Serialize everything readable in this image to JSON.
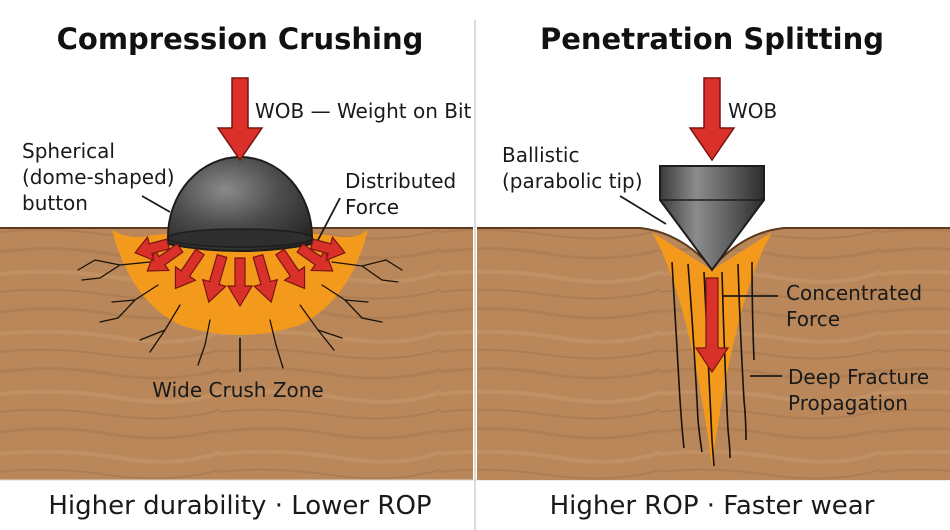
{
  "panels": [
    {
      "title": "Compression Crushing",
      "wob_label": "WOB — Weight on Bit",
      "button_label": [
        "Spherical",
        "(dome-shaped)",
        "button"
      ],
      "force_label": [
        "Distributed",
        "Force"
      ],
      "zone_label": "Wide Crush Zone",
      "footer": "Higher durability · Lower ROP"
    },
    {
      "title": "Penetration Splitting",
      "wob_label": "WOB",
      "button_label": [
        "Ballistic",
        "(parabolic tip)"
      ],
      "force_label": [
        "Concentrated",
        "Force"
      ],
      "fracture_label": [
        "Deep Fracture",
        "Propagation"
      ],
      "footer": "Higher ROP · Faster wear"
    }
  ],
  "colors": {
    "rock": "#b9875a",
    "crush_zone": "#f39a1c",
    "arrow": "#d9312a",
    "button": "#4a4a4a",
    "divider": "#cfcfcf"
  }
}
